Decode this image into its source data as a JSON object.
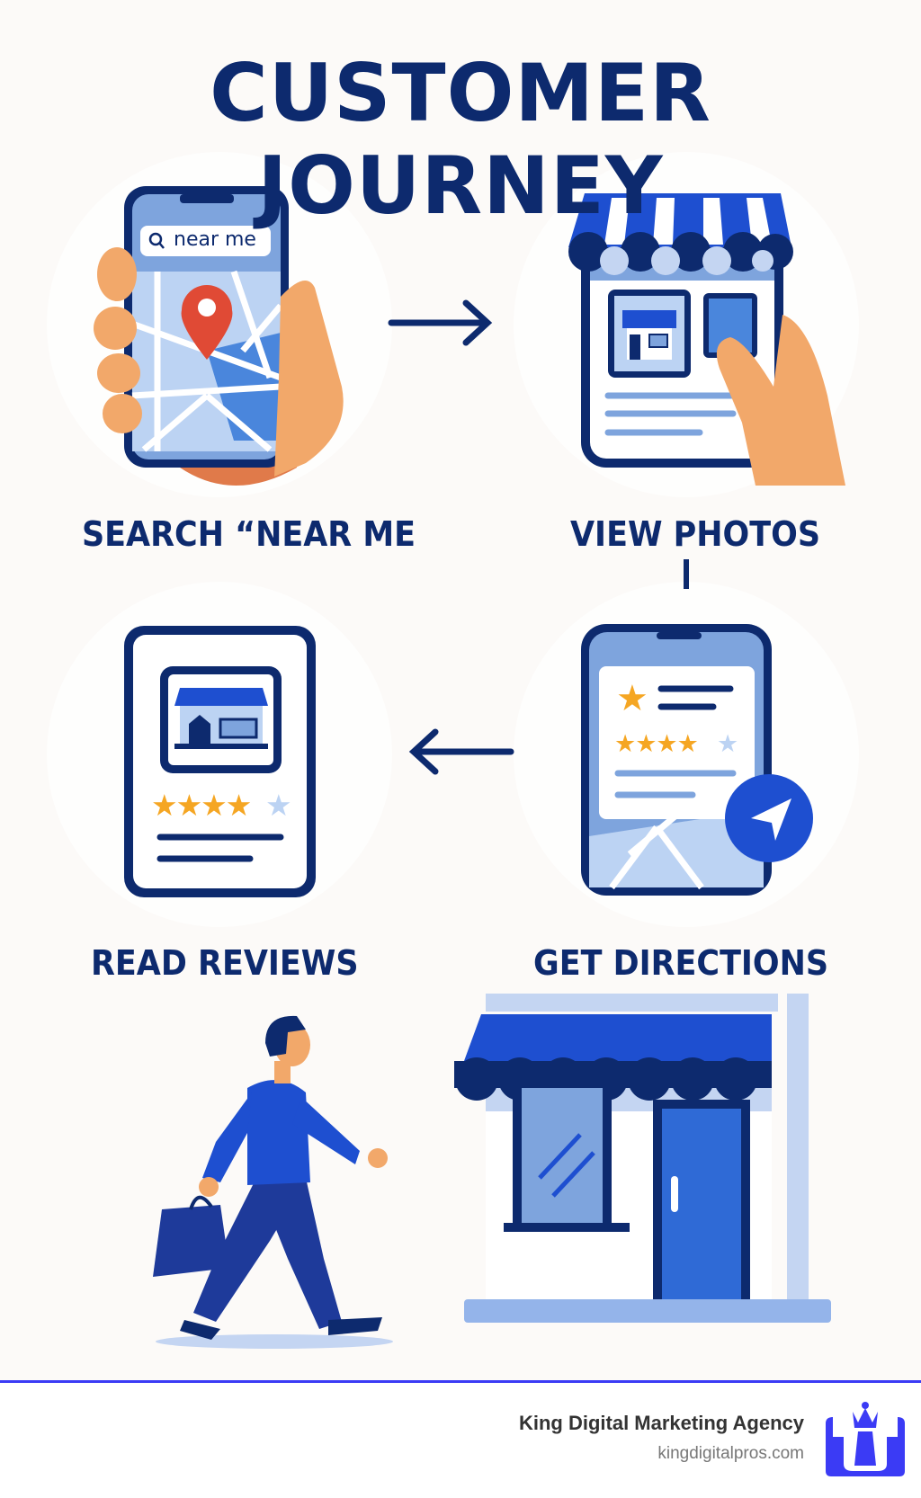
{
  "title": "CUSTOMER JOURNEY",
  "steps": [
    {
      "label": "SEARCH “NEAR ME",
      "search_text": "near me"
    },
    {
      "label": "VIEW PHOTOS"
    },
    {
      "label": "GET DIRECTIONS"
    },
    {
      "label": "READ REVIEWS"
    }
  ],
  "footer": {
    "agency": "King Digital Marketing Agency",
    "url": "kingdigitalpros.com"
  },
  "colors": {
    "navy": "#0d2a6e",
    "blue": "#1e4fd0",
    "light_blue": "#b9d0f2",
    "skin": "#f2a86a",
    "pin": "#e04a35",
    "star": "#f5a623",
    "accent": "#3b3bf5"
  }
}
